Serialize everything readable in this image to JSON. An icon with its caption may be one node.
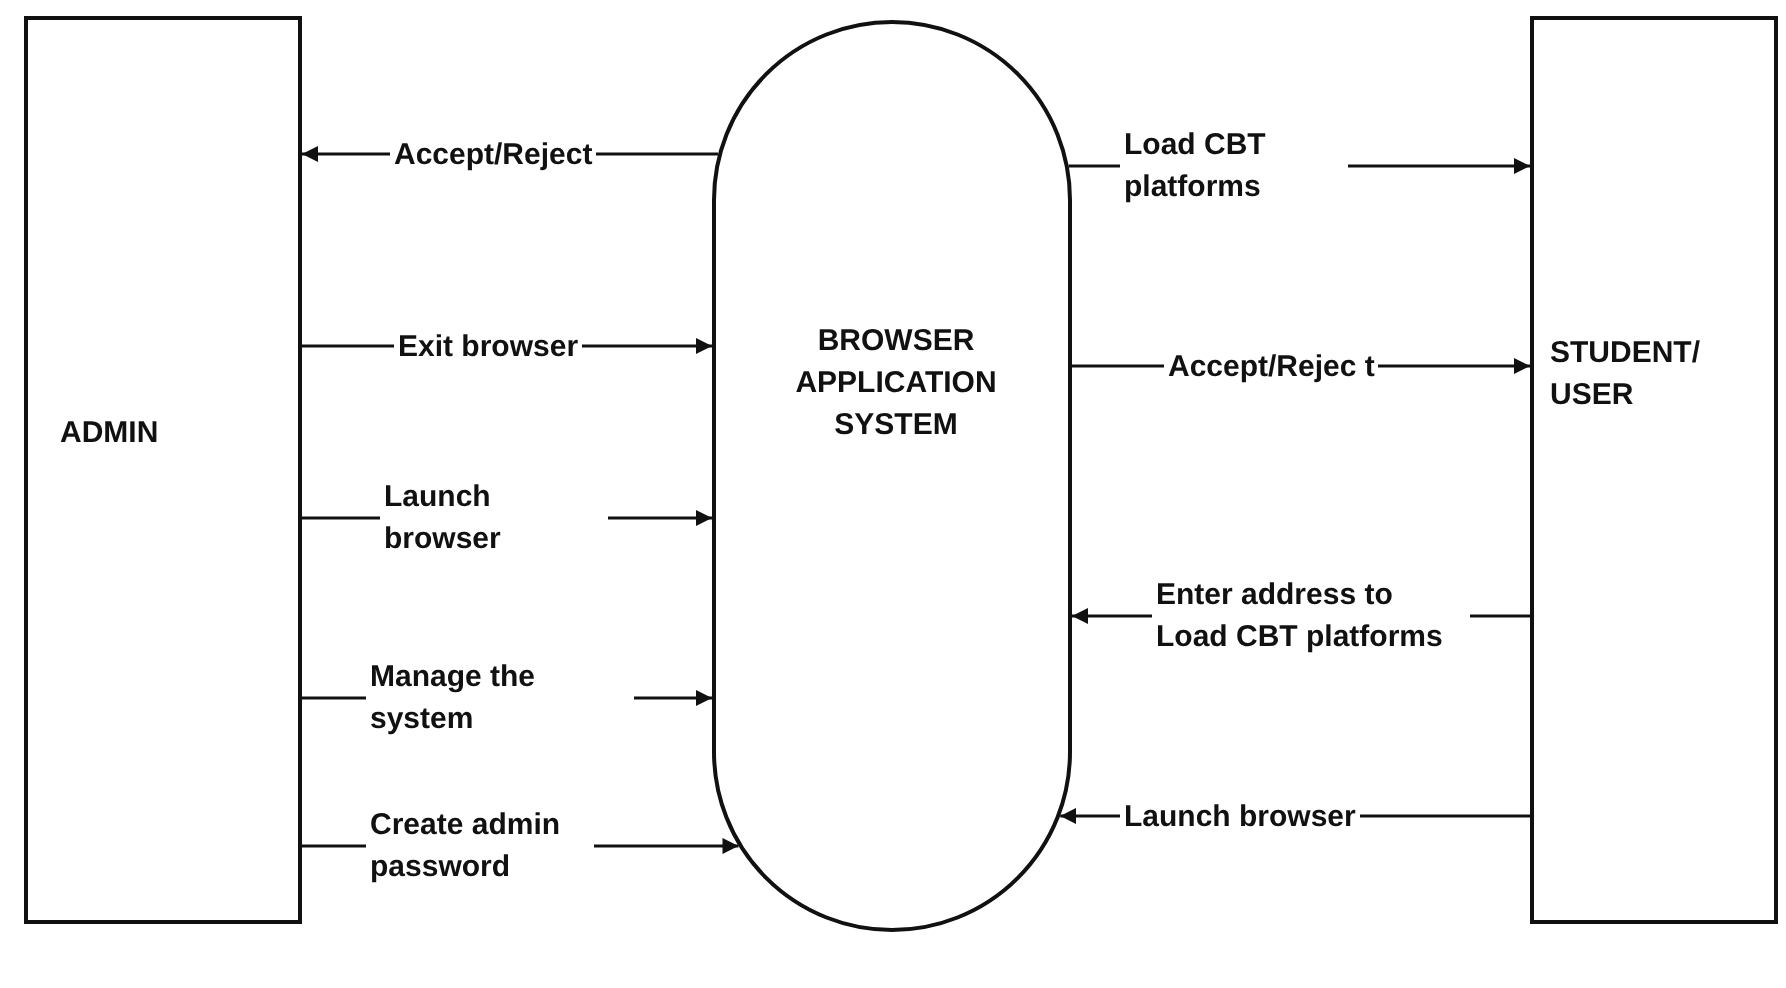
{
  "diagram": {
    "nodes": [
      {
        "text": [
          "ADMIN"
        ]
      },
      {
        "text": [
          "BROWSER APPLICATION SYSTEM"
        ]
      },
      {
        "text": [
          "STUDENT/ USER"
        ]
      }
    ],
    "edges": [
      {
        "from": 1,
        "to": 0,
        "arrow": "to",
        "label": "Accept/Reject"
      },
      {
        "from": 0,
        "to": 1,
        "arrow": "to",
        "label": "Exit browser"
      },
      {
        "from": 0,
        "to": 1,
        "arrow": "to",
        "label": "Launch browser"
      },
      {
        "from": 0,
        "to": 1,
        "arrow": "to",
        "label": "Manage the system"
      },
      {
        "from": 0,
        "to": 1,
        "arrow": "to",
        "label": "Create admin password"
      },
      {
        "from": 1,
        "to": 2,
        "arrow": "to",
        "label": "Load CBT platforms"
      },
      {
        "from": 1,
        "to": 2,
        "arrow": "to",
        "label": "Accept/Rejec t"
      },
      {
        "from": 2,
        "to": 1,
        "arrow": "to",
        "label": "Enter address to Load CBT platforms"
      },
      {
        "from": 2,
        "to": 1,
        "arrow": "to",
        "label": "Launch browser"
      }
    ]
  }
}
